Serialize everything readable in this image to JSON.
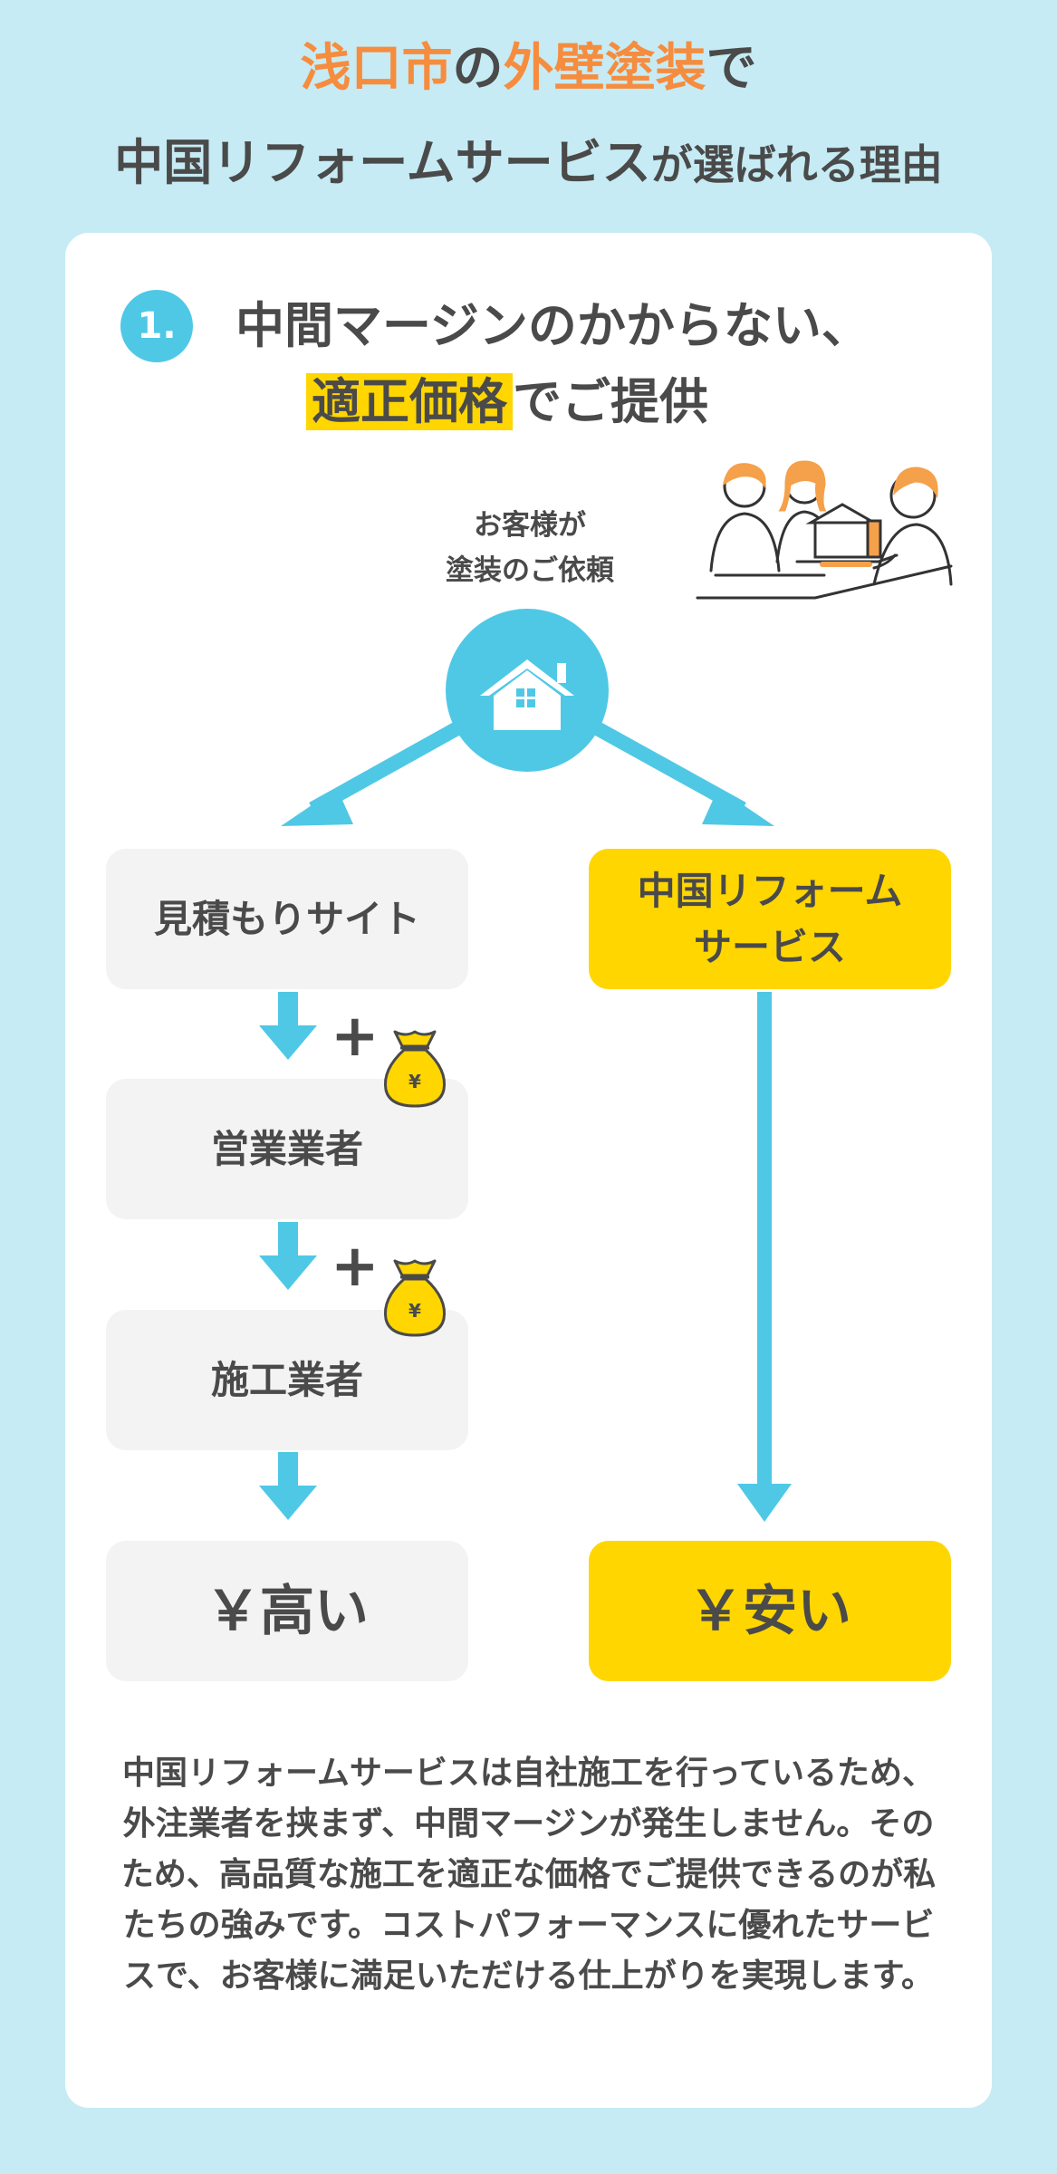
{
  "header": {
    "line1_part1": "浅口市",
    "line1_part2": "の",
    "line1_part3": "外壁塗装",
    "line1_part4": "で",
    "line2_part1": "中国リフォームサービス",
    "line2_part2": "が選ばれる理由"
  },
  "point": {
    "number": "1.",
    "title_line1": "中間マージンのかからない、",
    "title_highlight": "適正価格",
    "title_line2_rest": "でご提供"
  },
  "flow": {
    "request_line1": "お客様が",
    "request_line2": "塗装のご依頼",
    "left_steps": [
      "見積もりサイト",
      "営業業者",
      "施工業者"
    ],
    "left_result": "￥高い",
    "right_step_line1": "中国リフォーム",
    "right_step_line2": "サービス",
    "right_result": "￥安い",
    "plus_symbol": "+",
    "yen_symbol": "¥"
  },
  "description": "中国リフォームサービスは自社施工を行っているため、外注業者を挟まず、中間マージンが発生しません。そのため、高品質な施工を適正な価格でご提供できるのが私たちの強みです。コストパフォーマンスに優れたサービスで、お客様に満足いただける仕上がりを実現します。",
  "colors": {
    "background": "#c6ebf4",
    "accent_orange": "#f68c3e",
    "accent_blue": "#4fc8e6",
    "accent_yellow": "#ffd600",
    "box_gray": "#f3f3f3"
  }
}
